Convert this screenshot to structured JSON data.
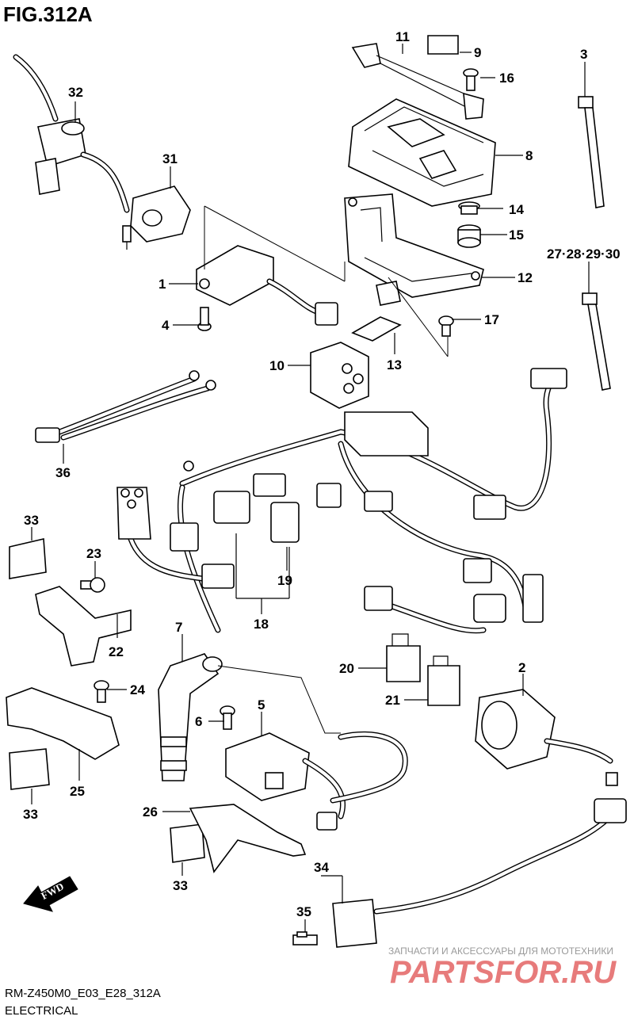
{
  "figure": {
    "title": "FIG.312A",
    "code": "RM-Z450M0_E03_E28_312A",
    "subtitle": "ELECTRICAL"
  },
  "callouts": [
    {
      "id": "c1",
      "text": "1"
    },
    {
      "id": "c2",
      "text": "2"
    },
    {
      "id": "c3",
      "text": "3"
    },
    {
      "id": "c4",
      "text": "4"
    },
    {
      "id": "c5",
      "text": "5"
    },
    {
      "id": "c6",
      "text": "6"
    },
    {
      "id": "c7",
      "text": "7"
    },
    {
      "id": "c8",
      "text": "8"
    },
    {
      "id": "c9",
      "text": "9"
    },
    {
      "id": "c10",
      "text": "10"
    },
    {
      "id": "c11",
      "text": "11"
    },
    {
      "id": "c12",
      "text": "12"
    },
    {
      "id": "c13",
      "text": "13"
    },
    {
      "id": "c14",
      "text": "14"
    },
    {
      "id": "c15",
      "text": "15"
    },
    {
      "id": "c16",
      "text": "16"
    },
    {
      "id": "c17",
      "text": "17"
    },
    {
      "id": "c18",
      "text": "18"
    },
    {
      "id": "c19",
      "text": "19"
    },
    {
      "id": "c20",
      "text": "20"
    },
    {
      "id": "c21",
      "text": "21"
    },
    {
      "id": "c22",
      "text": "22"
    },
    {
      "id": "c23",
      "text": "23"
    },
    {
      "id": "c24",
      "text": "24"
    },
    {
      "id": "c25",
      "text": "25"
    },
    {
      "id": "c26",
      "text": "26"
    },
    {
      "id": "c27",
      "text": "27·28·29·30"
    },
    {
      "id": "c31",
      "text": "31"
    },
    {
      "id": "c32",
      "text": "32"
    },
    {
      "id": "c33a",
      "text": "33"
    },
    {
      "id": "c33b",
      "text": "33"
    },
    {
      "id": "c33c",
      "text": "33"
    },
    {
      "id": "c34",
      "text": "34"
    },
    {
      "id": "c35",
      "text": "35"
    },
    {
      "id": "c36",
      "text": "36"
    }
  ],
  "direction_badge": "FWD",
  "watermark": {
    "tagline": "ЗАПЧАСТИ И АКСЕССУАРЫ ДЛЯ МОТОТЕХНИКИ",
    "brand": "PARTSFOR.RU"
  }
}
